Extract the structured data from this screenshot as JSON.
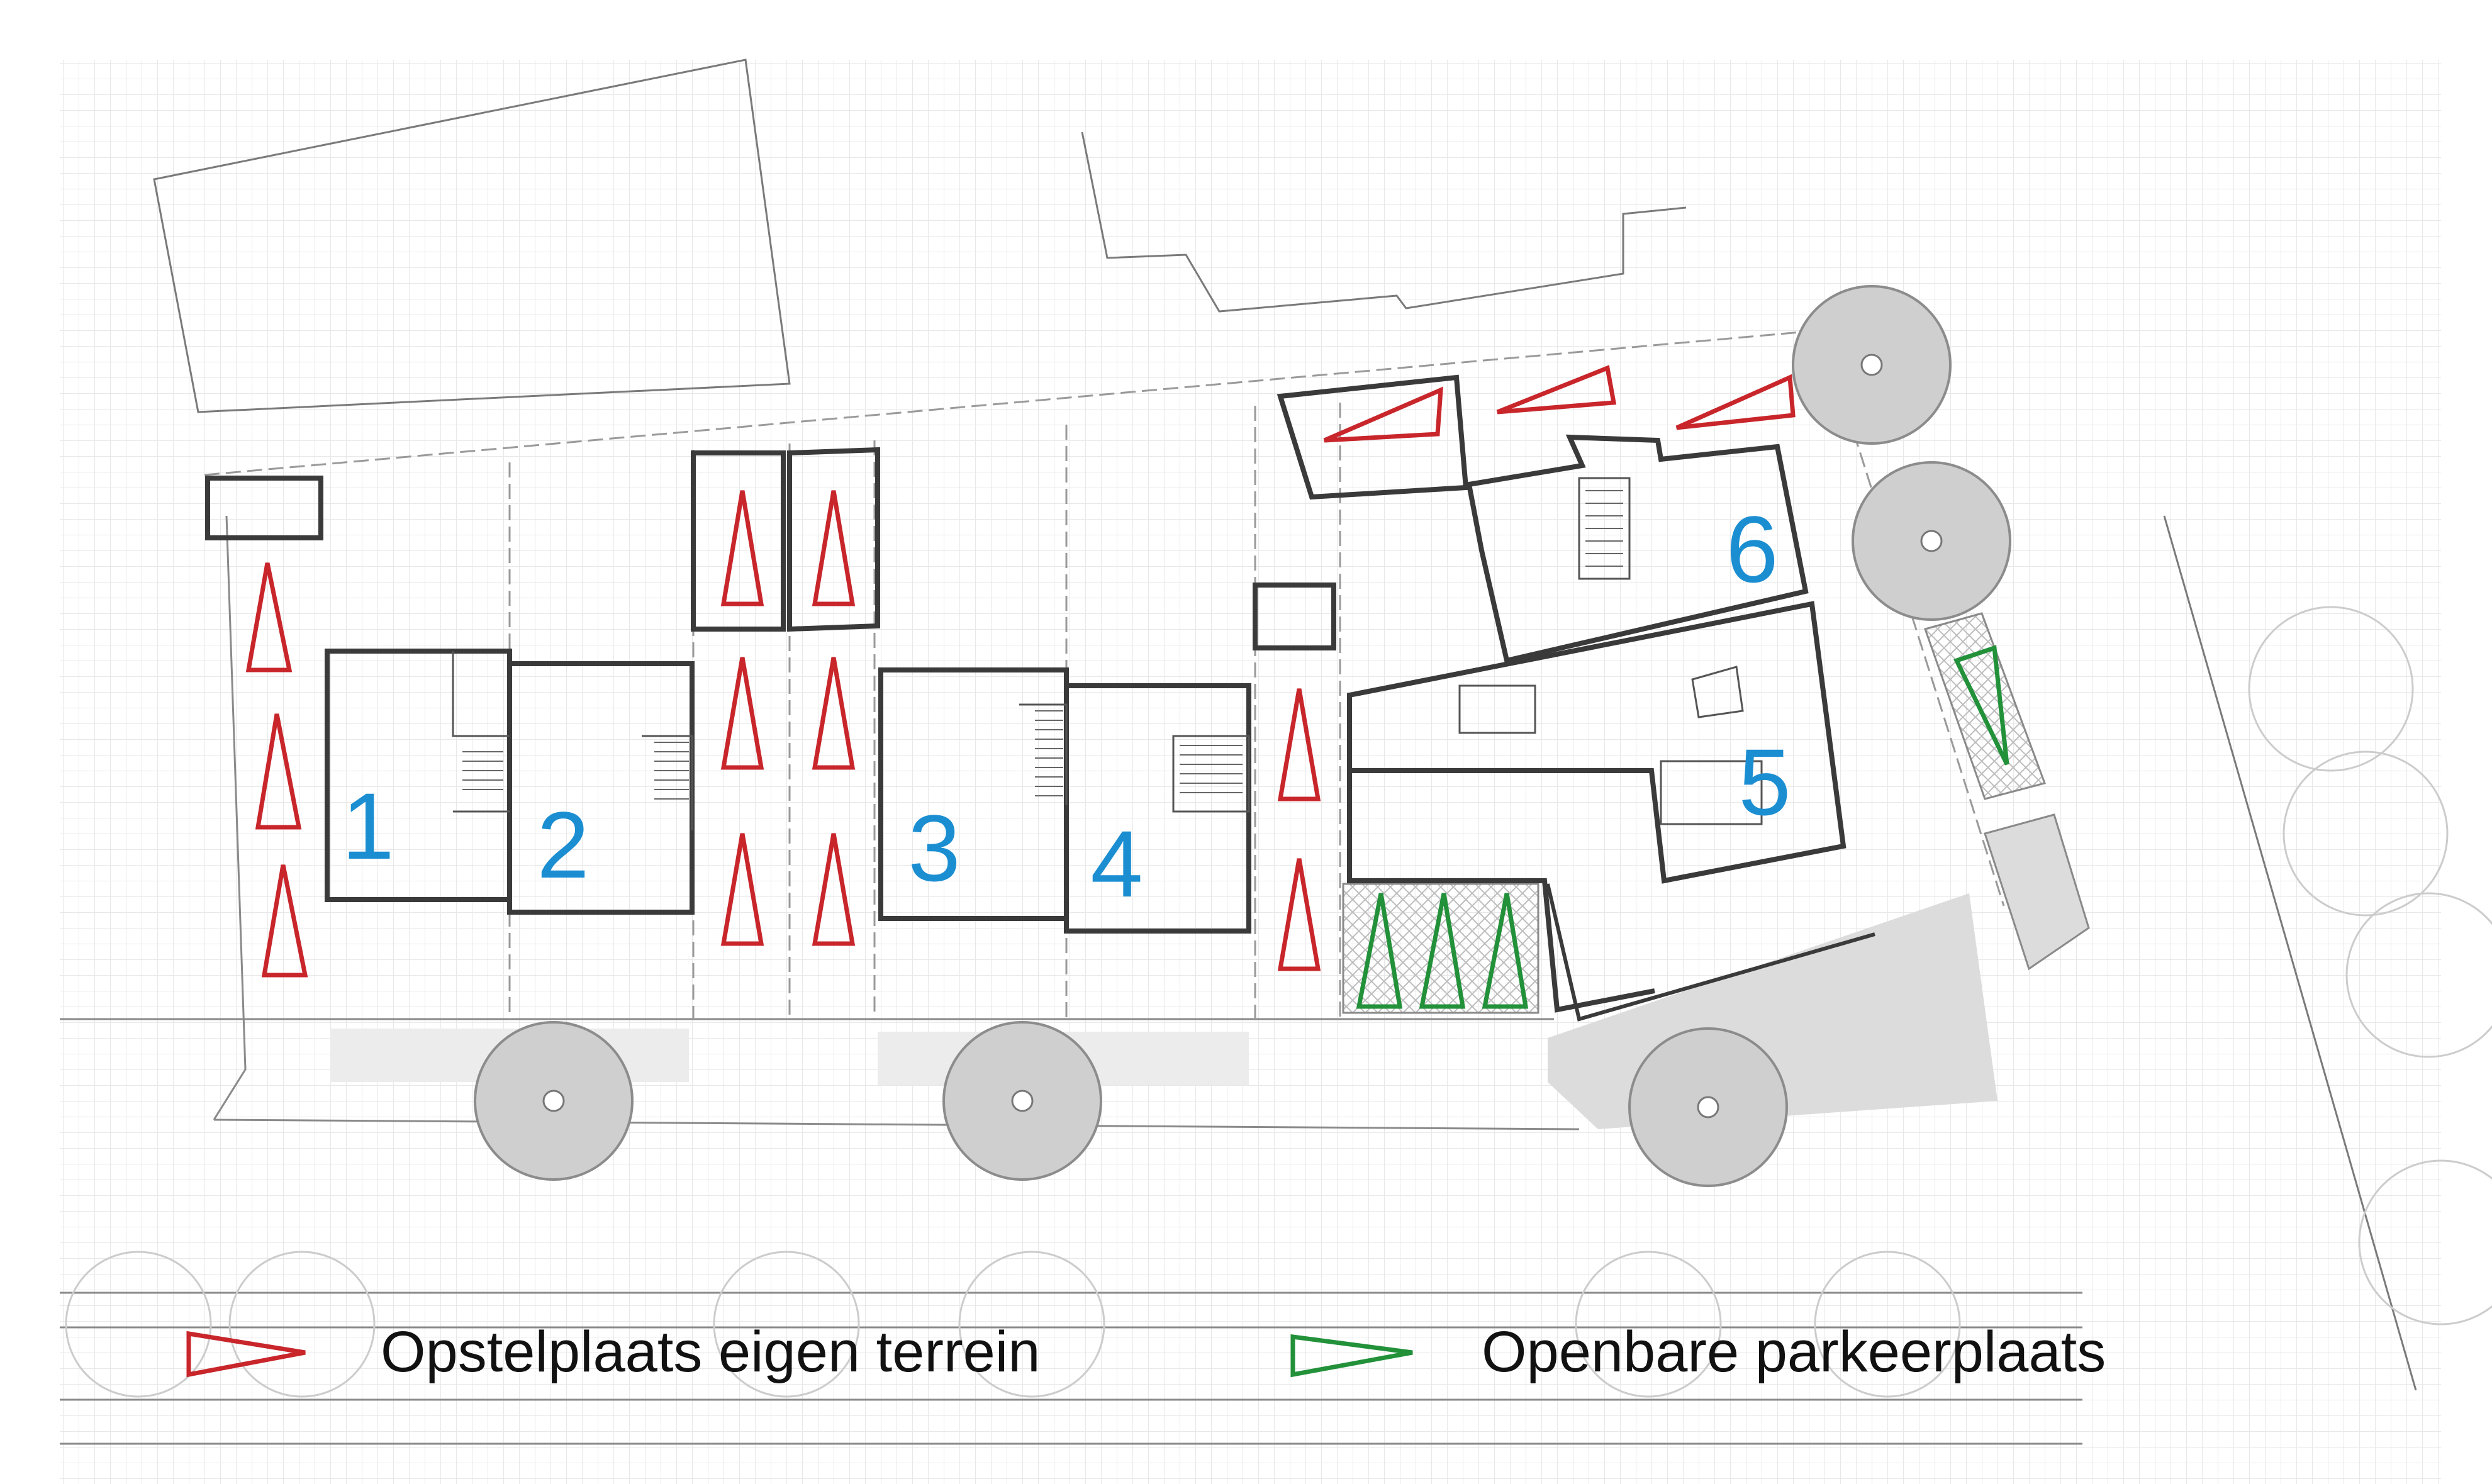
{
  "house_numbers": [
    "1",
    "2",
    "3",
    "4",
    "5",
    "6"
  ],
  "legend": {
    "private_label": "Opstelplaats eigen terrein",
    "public_label": "Openbare parkeerplaats"
  },
  "colors": {
    "private_marker": "#c8262b",
    "public_marker": "#22913a",
    "house_number": "#1b8ed2",
    "walls": "#3a3a3a",
    "grid": "#e6e6e6"
  }
}
